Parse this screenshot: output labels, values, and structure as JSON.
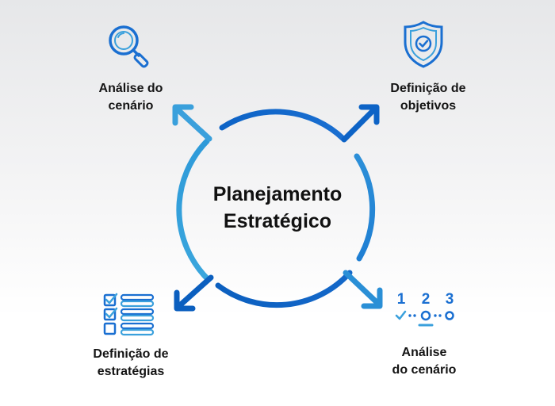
{
  "center": {
    "line1": "Planejamento",
    "line2": "Estratégico"
  },
  "nodes": {
    "top_left": {
      "line1": "Análise do",
      "line2": "cenário",
      "icon": "magnifier-icon"
    },
    "top_right": {
      "line1": "Definição de",
      "line2": "objetivos",
      "icon": "shield-check-icon"
    },
    "bottom_left": {
      "line1": "Definição de",
      "line2": "estratégias",
      "icon": "checklist-icon"
    },
    "bottom_right": {
      "line1": "Análise",
      "line2": "do cenário",
      "icon": "steps-123-icon"
    }
  },
  "steps_icon_digits": [
    "1",
    "2",
    "3"
  ],
  "colors": {
    "primary": "#1a6fd1",
    "light": "#3aa0dc",
    "dark": "#0b5fbf"
  }
}
